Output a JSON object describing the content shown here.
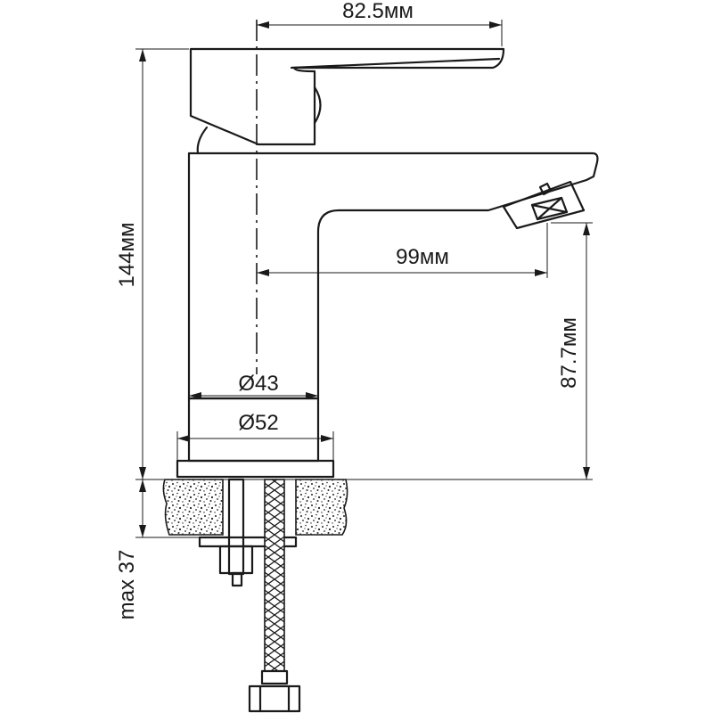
{
  "drawing": {
    "dimensions": {
      "handle_reach": "82.5мм",
      "total_height": "144мм",
      "spout_reach": "99мм",
      "spout_height": "87.7мм",
      "body_diameter": "Ø43",
      "base_diameter": "Ø52",
      "max_counter_thickness": "max 37"
    }
  }
}
